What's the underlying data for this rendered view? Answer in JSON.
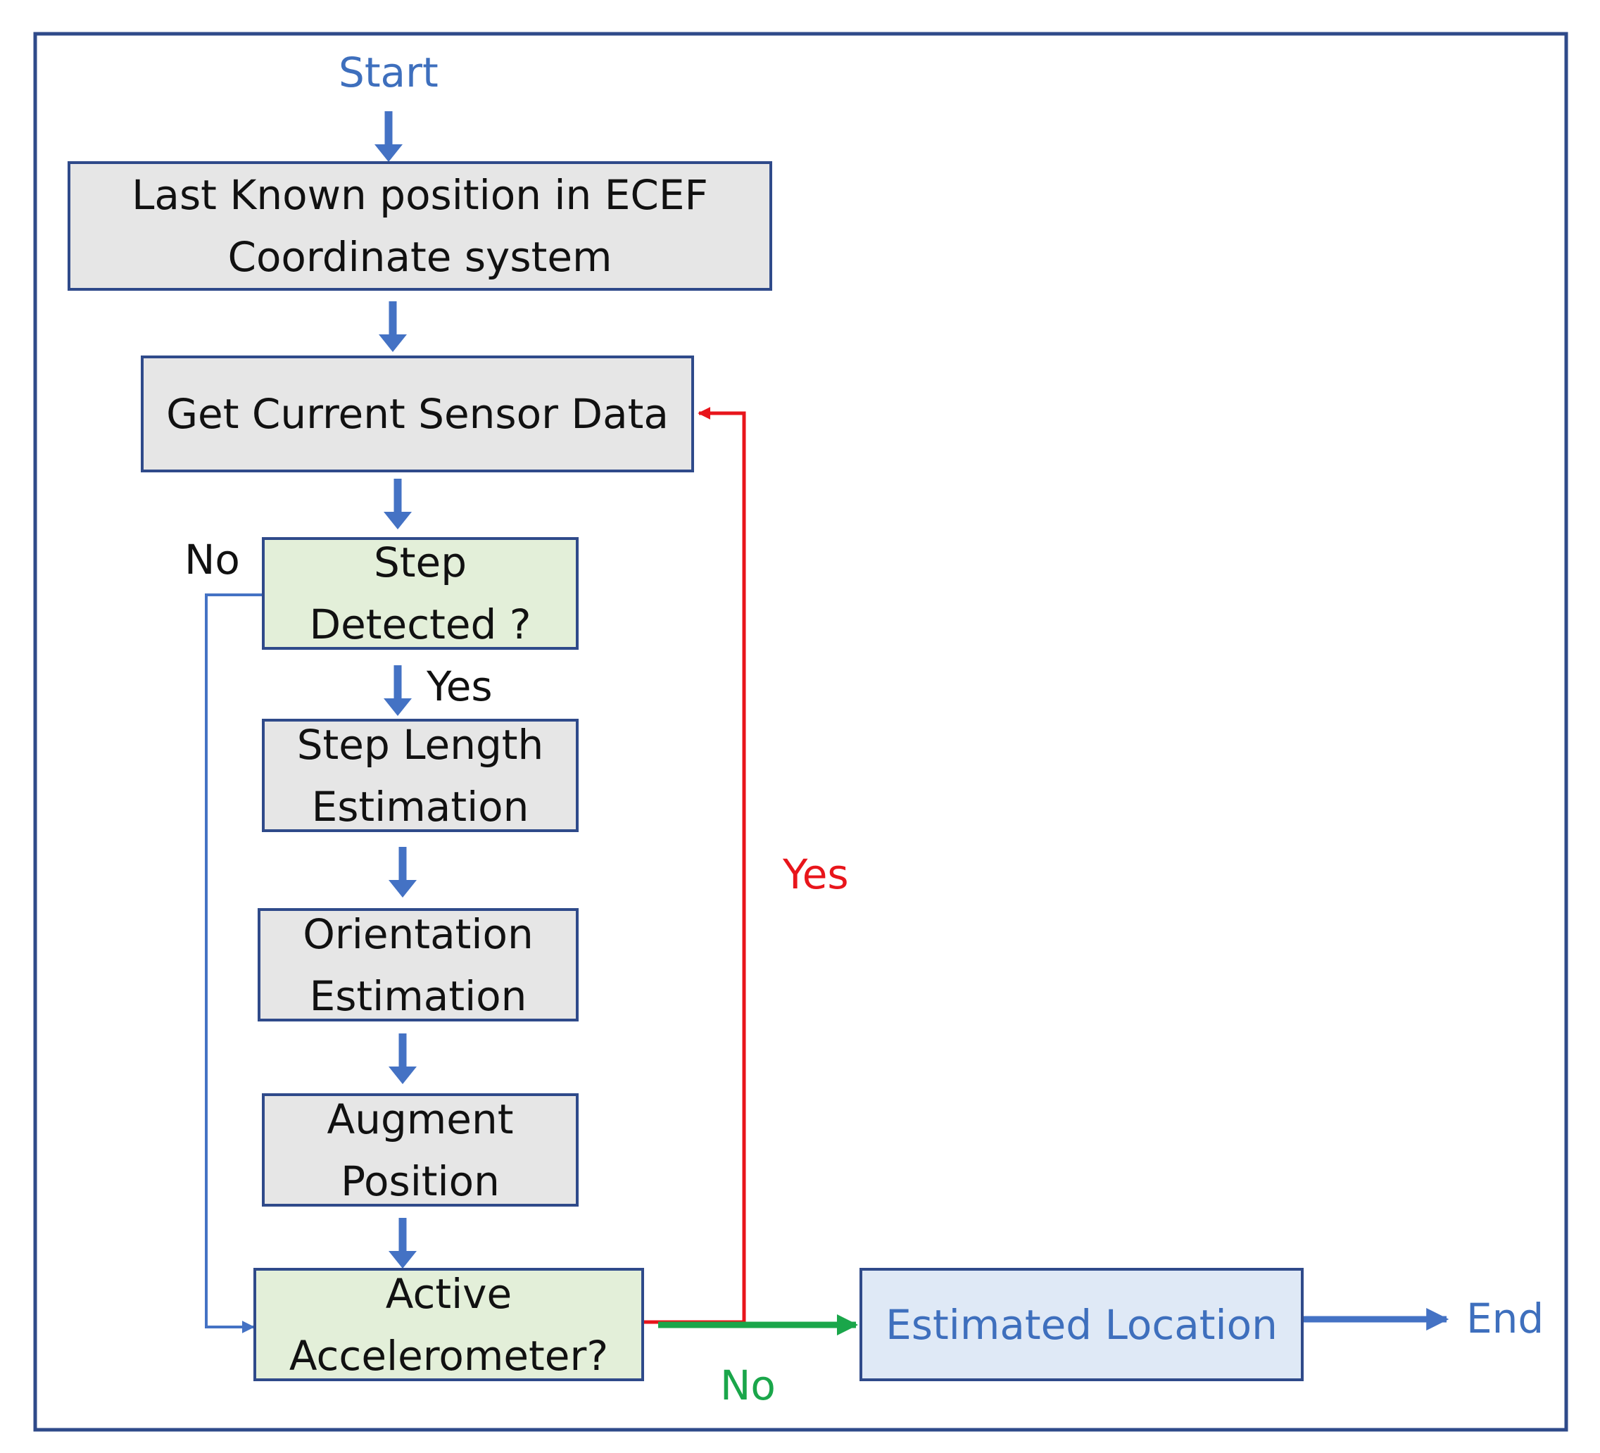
{
  "diagram": {
    "start_label": "Start",
    "end_label": "End",
    "nodes": {
      "last_known": {
        "lines": [
          "Last Known position in ECEF",
          "Coordinate system"
        ]
      },
      "get_sensor": {
        "lines": [
          "Get Current Sensor Data"
        ]
      },
      "step_detected": {
        "lines": [
          "Step",
          "Detected ?"
        ]
      },
      "step_length": {
        "lines": [
          "Step Length",
          "Estimation"
        ]
      },
      "orientation": {
        "lines": [
          "Orientation",
          "Estimation"
        ]
      },
      "augment": {
        "lines": [
          "Augment",
          "Position"
        ]
      },
      "active_accel": {
        "lines": [
          "Active",
          "Accelerometer?"
        ]
      },
      "estimated_location": {
        "lines": [
          "Estimated Location"
        ]
      }
    },
    "edge_labels": {
      "step_no": "No",
      "step_yes": "Yes",
      "accel_yes": "Yes",
      "accel_no": "No"
    },
    "colors": {
      "flow_arrow": "#4472c4",
      "loop_back": "#e8151b",
      "exit_arrow": "#1aa64a",
      "box_border": "#2f4a8a",
      "process_fill": "#e6e6e6",
      "decision_fill": "#e3efd9",
      "terminal_fill": "#dfe9f6"
    }
  }
}
